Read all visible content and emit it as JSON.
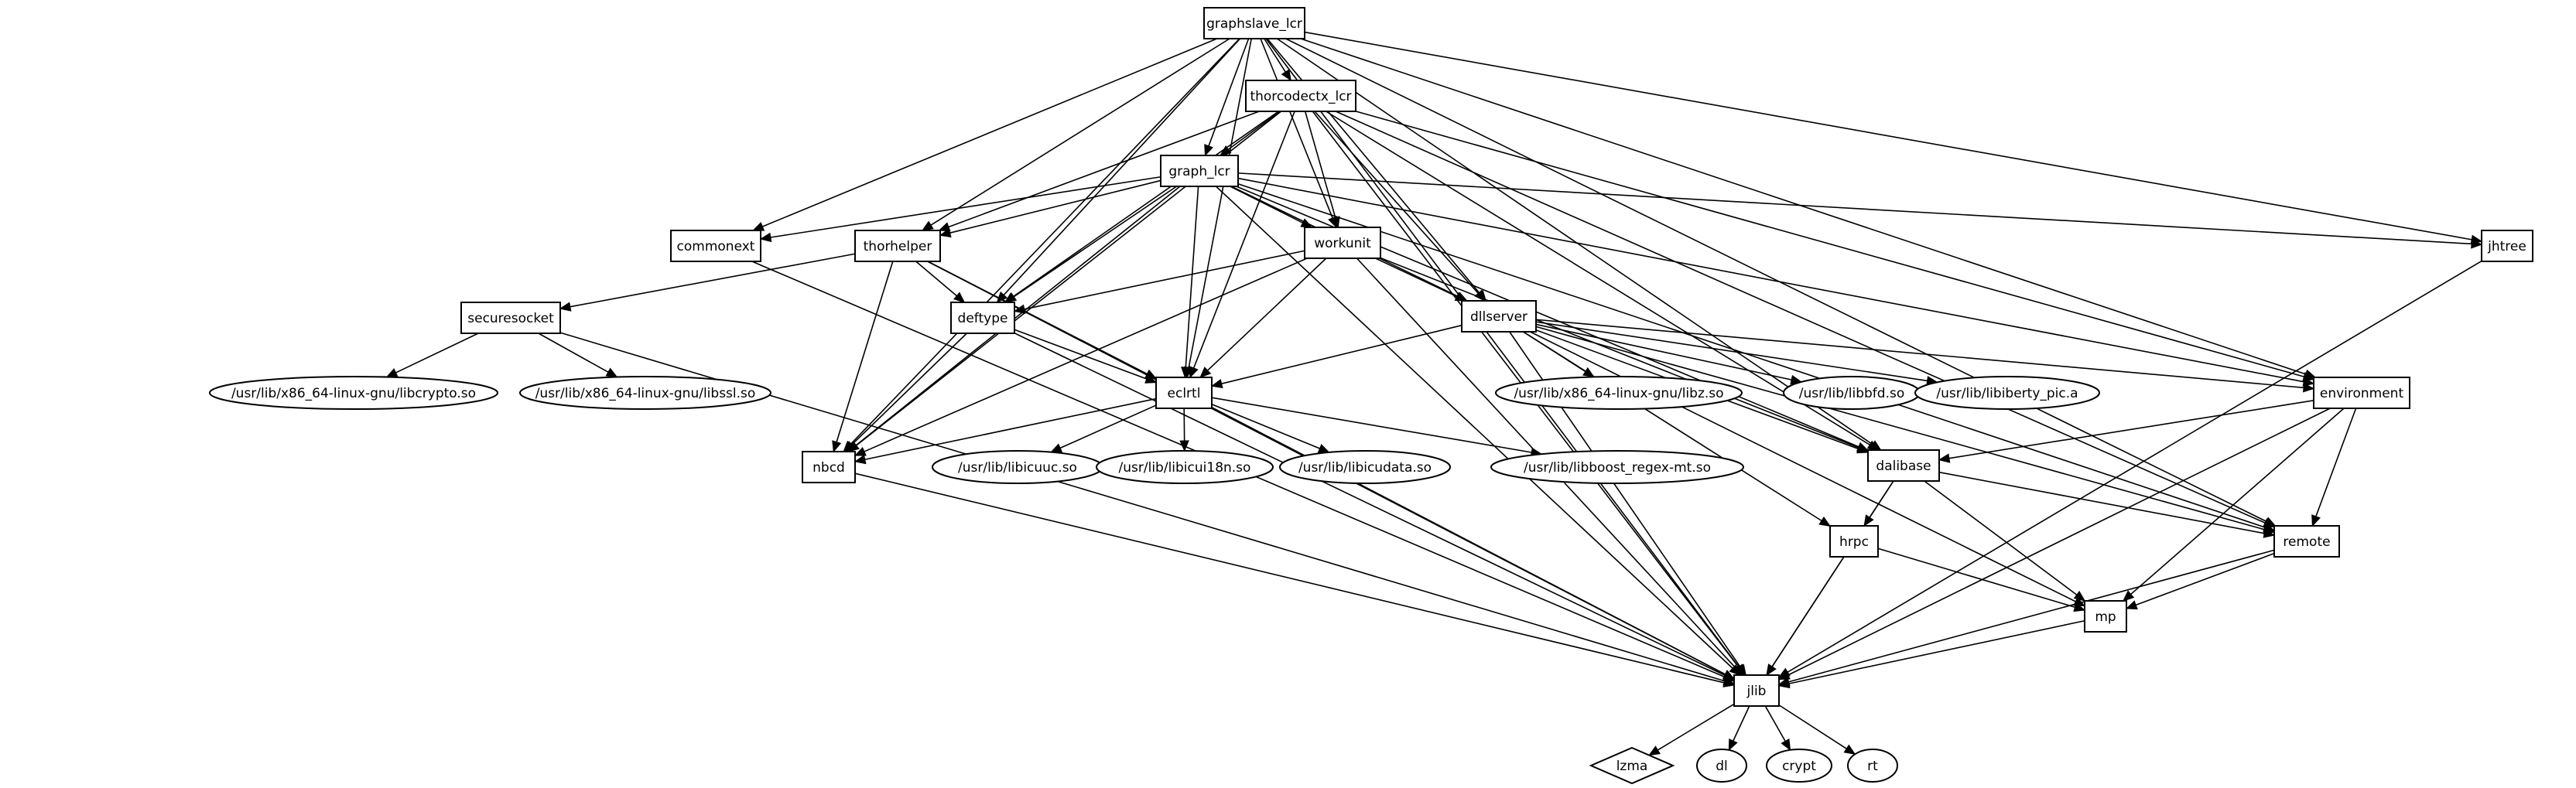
{
  "nodes": [
    {
      "id": "graphslave_lcr",
      "label": "graphslave_lcr",
      "shape": "box"
    },
    {
      "id": "thorcodectx_lcr",
      "label": "thorcodectx_lcr",
      "shape": "box"
    },
    {
      "id": "graph_lcr",
      "label": "graph_lcr",
      "shape": "box"
    },
    {
      "id": "commonext",
      "label": "commonext",
      "shape": "box"
    },
    {
      "id": "thorhelper",
      "label": "thorhelper",
      "shape": "box"
    },
    {
      "id": "workunit",
      "label": "workunit",
      "shape": "box"
    },
    {
      "id": "jhtree",
      "label": "jhtree",
      "shape": "box"
    },
    {
      "id": "securesocket",
      "label": "securesocket",
      "shape": "box"
    },
    {
      "id": "deftype",
      "label": "deftype",
      "shape": "box"
    },
    {
      "id": "dllserver",
      "label": "dllserver",
      "shape": "box"
    },
    {
      "id": "eclrtl",
      "label": "eclrtl",
      "shape": "box"
    },
    {
      "id": "environment",
      "label": "environment",
      "shape": "box"
    },
    {
      "id": "libcrypto",
      "label": "/usr/lib/x86_64-linux-gnu/libcrypto.so",
      "shape": "ellipse"
    },
    {
      "id": "libssl",
      "label": "/usr/lib/x86_64-linux-gnu/libssl.so",
      "shape": "ellipse"
    },
    {
      "id": "libz",
      "label": "/usr/lib/x86_64-linux-gnu/libz.so",
      "shape": "ellipse"
    },
    {
      "id": "libbfd",
      "label": "/usr/lib/libbfd.so",
      "shape": "ellipse"
    },
    {
      "id": "libiberty",
      "label": "/usr/lib/libiberty_pic.a",
      "shape": "ellipse"
    },
    {
      "id": "nbcd",
      "label": "nbcd",
      "shape": "box"
    },
    {
      "id": "libicuuc",
      "label": "/usr/lib/libicuuc.so",
      "shape": "ellipse"
    },
    {
      "id": "libicui18n",
      "label": "/usr/lib/libicui18n.so",
      "shape": "ellipse"
    },
    {
      "id": "libicudata",
      "label": "/usr/lib/libicudata.so",
      "shape": "ellipse"
    },
    {
      "id": "libboost",
      "label": "/usr/lib/libboost_regex-mt.so",
      "shape": "ellipse"
    },
    {
      "id": "dalibase",
      "label": "dalibase",
      "shape": "box"
    },
    {
      "id": "hrpc",
      "label": "hrpc",
      "shape": "box"
    },
    {
      "id": "remote",
      "label": "remote",
      "shape": "box"
    },
    {
      "id": "mp",
      "label": "mp",
      "shape": "box"
    },
    {
      "id": "jlib",
      "label": "jlib",
      "shape": "box"
    },
    {
      "id": "lzma",
      "label": "lzma",
      "shape": "diamond"
    },
    {
      "id": "dl",
      "label": "dl",
      "shape": "ellipse"
    },
    {
      "id": "crypt",
      "label": "crypt",
      "shape": "ellipse"
    },
    {
      "id": "rt",
      "label": "rt",
      "shape": "ellipse"
    }
  ],
  "edges": [
    [
      "graphslave_lcr",
      "thorcodectx_lcr"
    ],
    [
      "graphslave_lcr",
      "graph_lcr"
    ],
    [
      "graphslave_lcr",
      "commonext"
    ],
    [
      "graphslave_lcr",
      "thorhelper"
    ],
    [
      "graphslave_lcr",
      "workunit"
    ],
    [
      "graphslave_lcr",
      "jhtree"
    ],
    [
      "graphslave_lcr",
      "deftype"
    ],
    [
      "graphslave_lcr",
      "dllserver"
    ],
    [
      "graphslave_lcr",
      "eclrtl"
    ],
    [
      "graphslave_lcr",
      "environment"
    ],
    [
      "graphslave_lcr",
      "nbcd"
    ],
    [
      "graphslave_lcr",
      "dalibase"
    ],
    [
      "graphslave_lcr",
      "remote"
    ],
    [
      "graphslave_lcr",
      "jlib"
    ],
    [
      "thorcodectx_lcr",
      "graph_lcr"
    ],
    [
      "thorcodectx_lcr",
      "thorhelper"
    ],
    [
      "thorcodectx_lcr",
      "workunit"
    ],
    [
      "thorcodectx_lcr",
      "deftype"
    ],
    [
      "thorcodectx_lcr",
      "dllserver"
    ],
    [
      "thorcodectx_lcr",
      "eclrtl"
    ],
    [
      "thorcodectx_lcr",
      "environment"
    ],
    [
      "thorcodectx_lcr",
      "nbcd"
    ],
    [
      "thorcodectx_lcr",
      "dalibase"
    ],
    [
      "thorcodectx_lcr",
      "remote"
    ],
    [
      "thorcodectx_lcr",
      "jlib"
    ],
    [
      "graph_lcr",
      "commonext"
    ],
    [
      "graph_lcr",
      "thorhelper"
    ],
    [
      "graph_lcr",
      "workunit"
    ],
    [
      "graph_lcr",
      "jhtree"
    ],
    [
      "graph_lcr",
      "deftype"
    ],
    [
      "graph_lcr",
      "dllserver"
    ],
    [
      "graph_lcr",
      "eclrtl"
    ],
    [
      "graph_lcr",
      "environment"
    ],
    [
      "graph_lcr",
      "nbcd"
    ],
    [
      "graph_lcr",
      "dalibase"
    ],
    [
      "graph_lcr",
      "remote"
    ],
    [
      "graph_lcr",
      "jlib"
    ],
    [
      "commonext",
      "jlib"
    ],
    [
      "thorhelper",
      "securesocket"
    ],
    [
      "thorhelper",
      "deftype"
    ],
    [
      "thorhelper",
      "eclrtl"
    ],
    [
      "thorhelper",
      "nbcd"
    ],
    [
      "thorhelper",
      "jlib"
    ],
    [
      "workunit",
      "deftype"
    ],
    [
      "workunit",
      "dllserver"
    ],
    [
      "workunit",
      "eclrtl"
    ],
    [
      "workunit",
      "nbcd"
    ],
    [
      "workunit",
      "dalibase"
    ],
    [
      "workunit",
      "jlib"
    ],
    [
      "jhtree",
      "jlib"
    ],
    [
      "securesocket",
      "libcrypto"
    ],
    [
      "securesocket",
      "libssl"
    ],
    [
      "securesocket",
      "jlib"
    ],
    [
      "deftype",
      "eclrtl"
    ],
    [
      "deftype",
      "nbcd"
    ],
    [
      "deftype",
      "jlib"
    ],
    [
      "dllserver",
      "eclrtl"
    ],
    [
      "dllserver",
      "libz"
    ],
    [
      "dllserver",
      "libbfd"
    ],
    [
      "dllserver",
      "libiberty"
    ],
    [
      "dllserver",
      "environment"
    ],
    [
      "dllserver",
      "dalibase"
    ],
    [
      "dllserver",
      "hrpc"
    ],
    [
      "dllserver",
      "remote"
    ],
    [
      "dllserver",
      "mp"
    ],
    [
      "dllserver",
      "jlib"
    ],
    [
      "eclrtl",
      "nbcd"
    ],
    [
      "eclrtl",
      "libicuuc"
    ],
    [
      "eclrtl",
      "libicui18n"
    ],
    [
      "eclrtl",
      "libicudata"
    ],
    [
      "eclrtl",
      "libboost"
    ],
    [
      "eclrtl",
      "jlib"
    ],
    [
      "environment",
      "dalibase"
    ],
    [
      "environment",
      "remote"
    ],
    [
      "environment",
      "mp"
    ],
    [
      "environment",
      "jlib"
    ],
    [
      "nbcd",
      "jlib"
    ],
    [
      "dalibase",
      "hrpc"
    ],
    [
      "dalibase",
      "remote"
    ],
    [
      "dalibase",
      "mp"
    ],
    [
      "dalibase",
      "jlib"
    ],
    [
      "hrpc",
      "mp"
    ],
    [
      "hrpc",
      "jlib"
    ],
    [
      "remote",
      "mp"
    ],
    [
      "remote",
      "jlib"
    ],
    [
      "mp",
      "jlib"
    ],
    [
      "jlib",
      "lzma"
    ],
    [
      "jlib",
      "dl"
    ],
    [
      "jlib",
      "crypt"
    ],
    [
      "jlib",
      "rt"
    ]
  ]
}
